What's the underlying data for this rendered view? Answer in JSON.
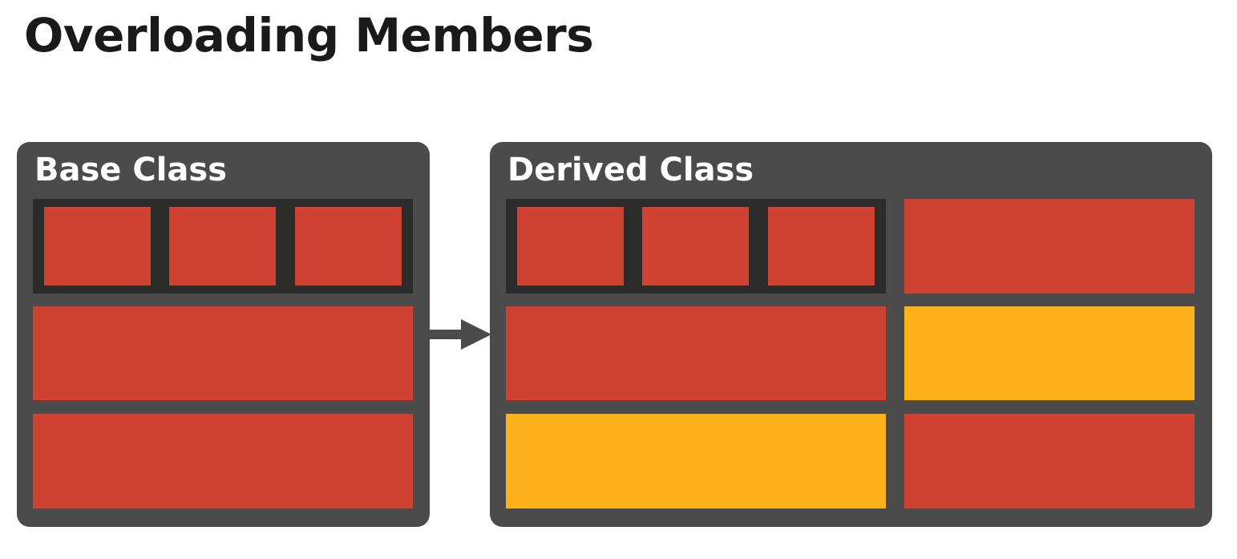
{
  "slide": {
    "title": "Overloading Members"
  },
  "base_class": {
    "label": "Base Class"
  },
  "derived_class": {
    "label": "Derived Class"
  },
  "colors": {
    "box_background": "#4b4b4b",
    "group_background": "#2b2c2a",
    "member": "#cf4232",
    "overloaded_member": "#fdb11a",
    "arrow": "#4b4b4b"
  }
}
